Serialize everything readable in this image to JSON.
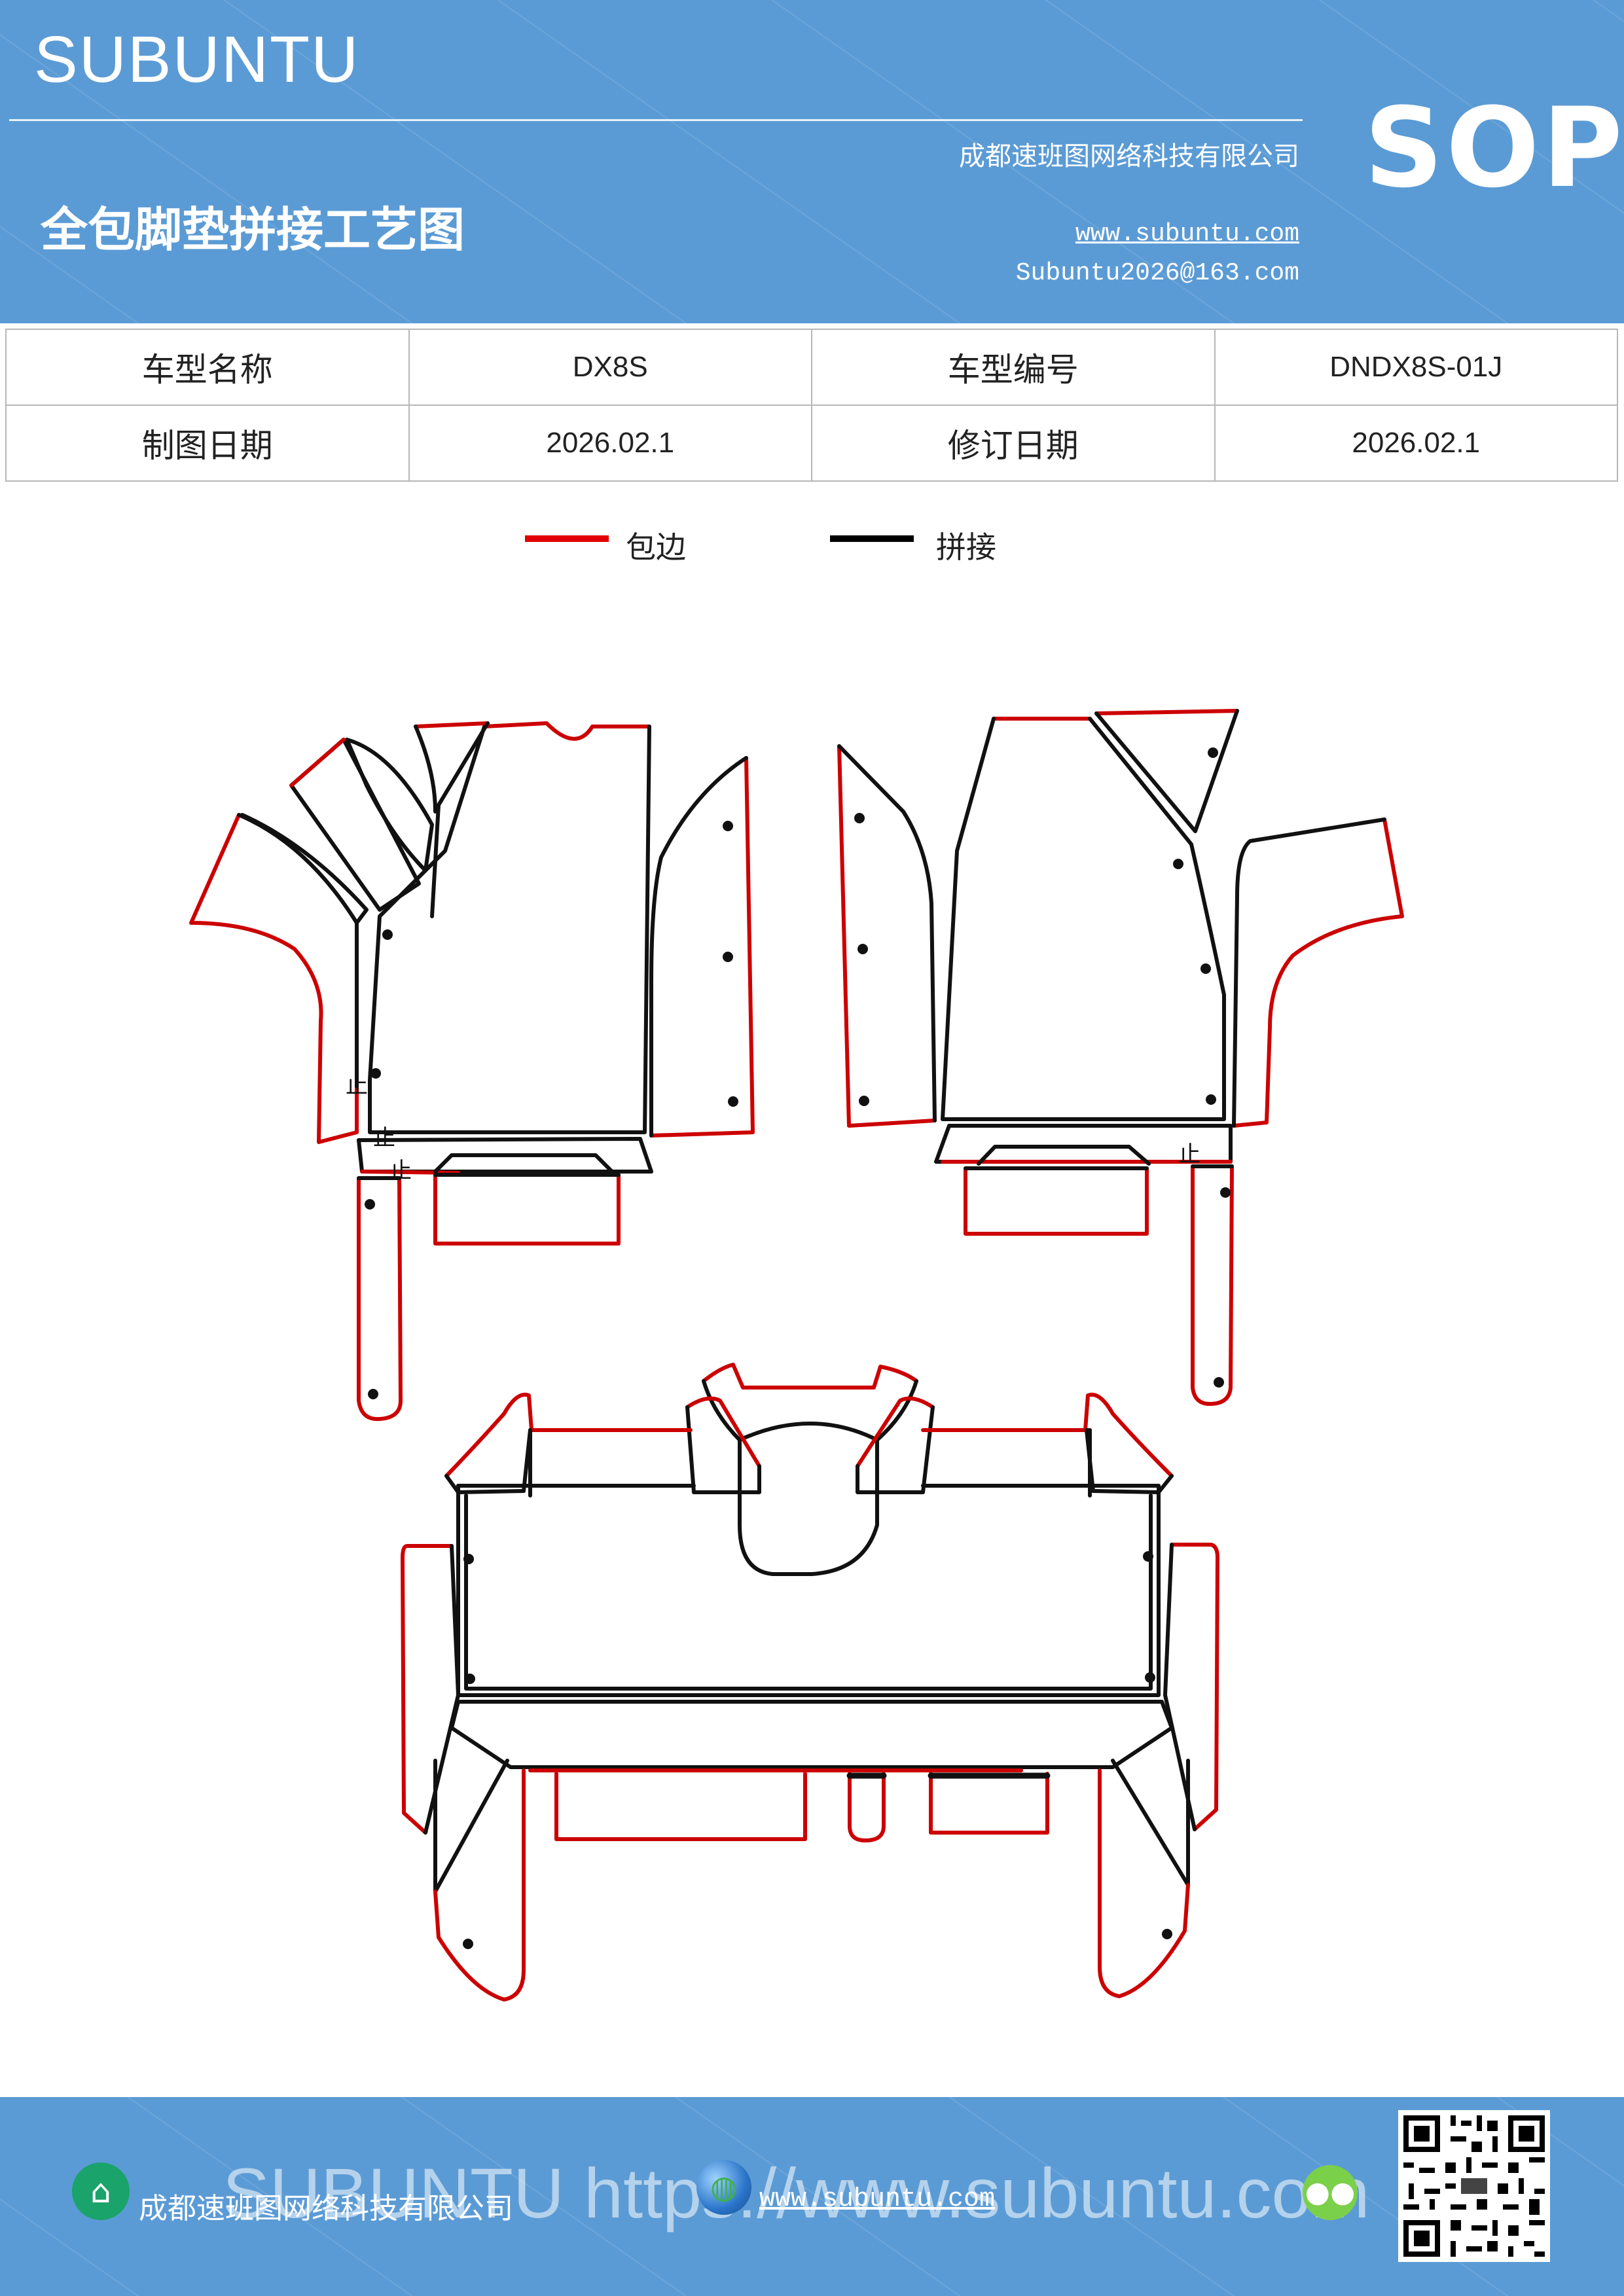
{
  "header": {
    "brand": "SUBUNTU",
    "title": "全包脚垫拼接工艺图",
    "company": "成都速班图网络科技有限公司",
    "website": "www.subuntu.com",
    "email": "Subuntu2026@163.com",
    "badge": "SOP",
    "background_color": "#5b9bd5"
  },
  "info_table": {
    "rows": [
      [
        {
          "label": "车型名称",
          "value": "DX8S"
        },
        {
          "label": "车型编号",
          "value": "DNDX8S-01J"
        }
      ],
      [
        {
          "label": "制图日期",
          "value": "2026.02.1"
        },
        {
          "label": "修订日期",
          "value": "2026.02.1"
        }
      ]
    ]
  },
  "legend": [
    {
      "label": "包边",
      "color": "#e00000"
    },
    {
      "label": "拼接",
      "color": "#000000"
    }
  ],
  "drawing": {
    "mark_symbol": "止",
    "edge_color": "#cc0000",
    "seam_color": "#111111"
  },
  "footer": {
    "watermark": "SUBUNTU https://www.subuntu.com",
    "company": "成都速班图网络科技有限公司",
    "website": "www.subuntu.com",
    "icons": [
      "building-icon",
      "globe-icon",
      "wechat-icon",
      "qr-code"
    ]
  }
}
